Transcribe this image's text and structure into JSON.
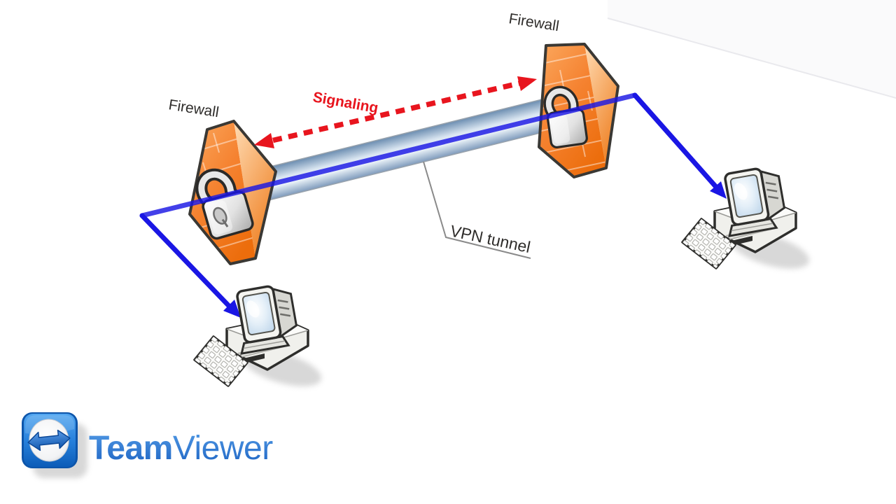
{
  "diagram": {
    "firewall_left_label": "Firewall",
    "firewall_right_label": "Firewall",
    "signaling_label": "Signaling",
    "vpn_tunnel_label": "VPN tunnel"
  },
  "brand": {
    "name_bold": "Team",
    "name_regular": "Viewer"
  },
  "colors": {
    "connection_blue": "#1a16e4",
    "signaling_red": "#e8151e",
    "label_color": "#2e2c2a",
    "callout_gray": "#8a8a8a",
    "firewall_orange": "#f0791c",
    "tunnel_steel_blue": "#8aa3c0",
    "teamviewer_blue": "#2e7fd6"
  },
  "icons": [
    "firewall-brick-wall-icon",
    "padlock-icon",
    "vpn-tunnel-cylinder",
    "desktop-computer-icon",
    "keyboard-icon",
    "double-arrow-icon",
    "teamviewer-logo-icon"
  ]
}
